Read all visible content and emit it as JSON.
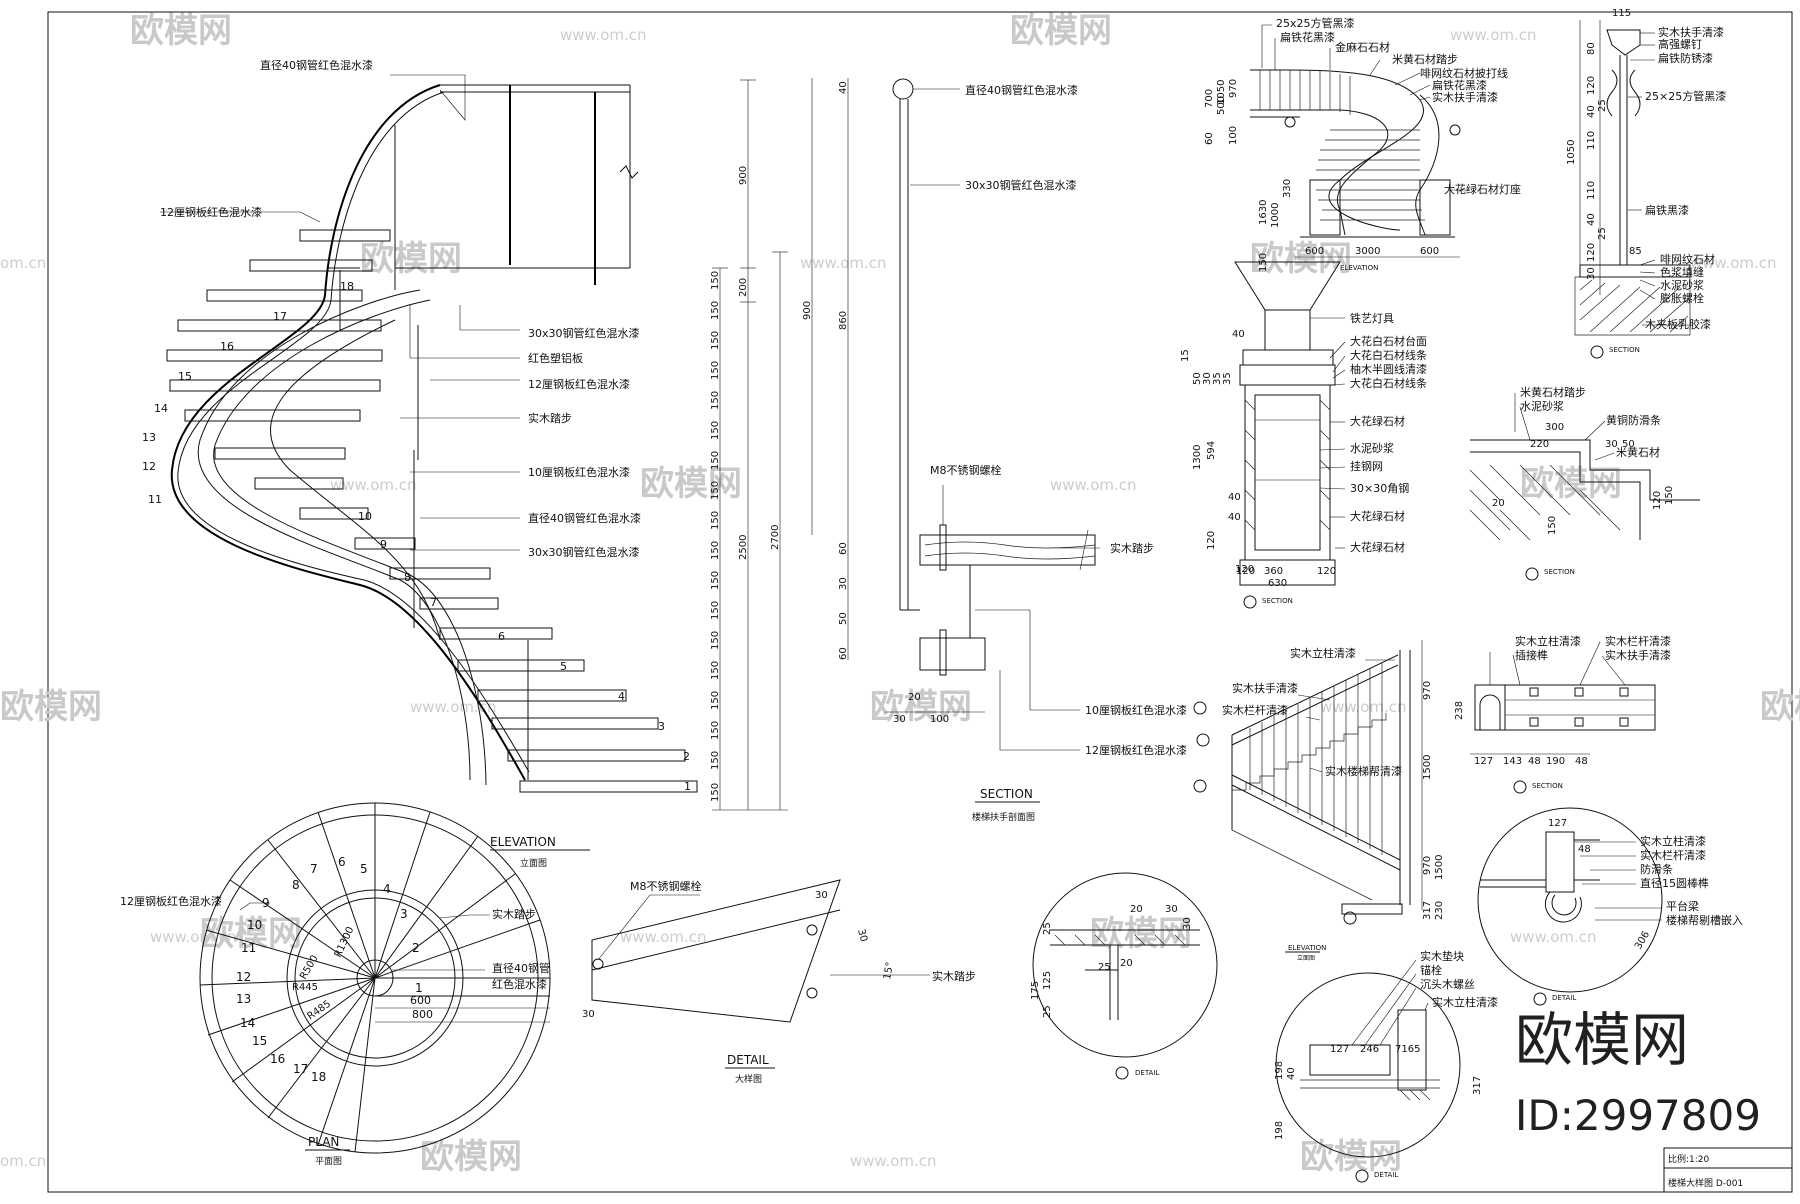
{
  "watermark": {
    "brand": "欧模网",
    "url": "www.om.cn",
    "short": "om.cn"
  },
  "elevation": {
    "labels": [
      "直径40钢管红色混水漆",
      "12厘钢板红色混水漆",
      "30x30钢管红色混水漆",
      "红色塑铝板",
      "12厘钢板红色混水漆",
      "实木踏步",
      "10厘钢板红色混水漆",
      "直径40钢管红色混水漆",
      "30x30钢管红色混水漆"
    ],
    "steps": [
      "1",
      "2",
      "3",
      "4",
      "5",
      "6",
      "7",
      "8",
      "9",
      "10",
      "11",
      "12",
      "13",
      "14",
      "15",
      "16",
      "17",
      "18"
    ],
    "dims": [
      "150",
      "200",
      "900",
      "2500",
      "2700"
    ],
    "title": "ELEVATION",
    "subtitle": "立面图"
  },
  "handrail_section": {
    "labels": [
      "直径40钢管红色混水漆",
      "30x30钢管红色混水漆",
      "M8不锈钢螺栓",
      "实木踏步",
      "10厘钢板红色混水漆",
      "12厘钢板红色混水漆"
    ],
    "dims": [
      "40",
      "900",
      "860",
      "900",
      "60",
      "30",
      "50",
      "60",
      "20",
      "30",
      "100"
    ],
    "title": "SECTION",
    "subtitle": "楼梯扶手剖面图"
  },
  "plan": {
    "labels": [
      "12厘钢板红色混水漆",
      "实木踏步",
      "直径40钢管",
      "红色混水漆"
    ],
    "radii": [
      "R1300",
      "R500",
      "R445",
      "R485"
    ],
    "dims": [
      "600",
      "800"
    ],
    "steps": [
      "1",
      "2",
      "3",
      "4",
      "5",
      "6",
      "7",
      "8",
      "9",
      "10",
      "11",
      "12",
      "13",
      "14",
      "15",
      "16",
      "17",
      "18"
    ],
    "title": "PLAN",
    "subtitle": "平面图"
  },
  "detail": {
    "labels": [
      "M8不锈钢螺栓",
      "实木踏步"
    ],
    "dims": [
      "30",
      "30",
      "15°",
      "30"
    ],
    "title": "DETAIL",
    "subtitle": "大样图"
  },
  "top_elevation": {
    "labels": [
      "25x25方管黑漆",
      "扁铁花黑漆",
      "金麻石石材",
      "米黄石材踏步",
      "啡网纹石材披打线",
      "扁铁花黑漆",
      "实木扶手清漆",
      "大花绿石材灯座"
    ],
    "dims": [
      "1050",
      "970",
      "700",
      "500",
      "60",
      "100",
      "1630",
      "1000",
      "330",
      "150",
      "600",
      "3000",
      "600"
    ]
  },
  "lamp_post": {
    "labels": [
      "铁艺灯具",
      "大花白石材台面",
      "大花白石材线条",
      "柚木半圆线清漆",
      "大花白石材线条",
      "大花绿石材",
      "水泥砂浆",
      "挂钢网",
      "30×30角钢",
      "大花绿石材",
      "大花绿石材"
    ],
    "dims": [
      "15",
      "40",
      "50",
      "30",
      "35",
      "35",
      "1300",
      "594",
      "40",
      "40",
      "120",
      "120",
      "120",
      "360",
      "120",
      "630"
    ]
  },
  "baluster_section": {
    "labels": [
      "实木扶手清漆",
      "高强螺钉",
      "扁铁防锈漆",
      "25×25方管黑漆",
      "扁铁黑漆",
      "啡网纹石材",
      "色浆填缝",
      "水泥砂浆",
      "膨胀螺栓",
      "木夹板乳胶漆"
    ],
    "dims": [
      "115",
      "80",
      "120",
      "40",
      "25",
      "110",
      "1050",
      "110",
      "40",
      "25",
      "120",
      "85",
      "30"
    ]
  },
  "stone_step": {
    "labels": [
      "米黄石材踏步",
      "水泥砂浆",
      "黄铜防滑条",
      "米黄石材"
    ],
    "dims": [
      "300",
      "220",
      "30",
      "50",
      "120",
      "150",
      "20",
      "150"
    ]
  },
  "wood_stair": {
    "labels": [
      "实木立柱清漆",
      "实木扶手清漆",
      "实木栏杆清漆",
      "实木楼梯帮清漆"
    ],
    "dims": [
      "970",
      "1500",
      "970",
      "1500",
      "317",
      "230"
    ],
    "title": "ELEVATION",
    "subtitle": "立面图"
  },
  "post_detail": {
    "labels": [
      "实木立柱清漆",
      "插接榫",
      "实木栏杆清漆",
      "实木扶手清漆"
    ],
    "dims": [
      "238",
      "127",
      "143",
      "48",
      "190",
      "48"
    ]
  },
  "round_detail_b": {
    "labels": [
      "实木立柱清漆",
      "实木栏杆清漆",
      "防滑条",
      "直径15圆棒榫",
      "平台梁",
      "楼梯帮剔槽嵌入"
    ],
    "dims": [
      "127",
      "48",
      "306"
    ]
  },
  "round_detail_c": {
    "dims": [
      "25",
      "20",
      "30",
      "175",
      "125",
      "25",
      "20",
      "25",
      "30"
    ]
  },
  "round_detail_d": {
    "labels": [
      "实木垫块",
      "锚栓",
      "沉头木螺丝",
      "实木立柱清漆"
    ],
    "dims": [
      "127",
      "246",
      "7165",
      "198",
      "40",
      "198",
      "317"
    ]
  },
  "tags": {
    "section": "SECTION",
    "detail": "DETAIL",
    "elevation": "ELEVATION"
  },
  "title_block": {
    "scale": "比例:1:20",
    "name": "楼梯大样图 D-001"
  },
  "brand_logo": {
    "name": "欧模网",
    "id": "ID:2997809"
  }
}
